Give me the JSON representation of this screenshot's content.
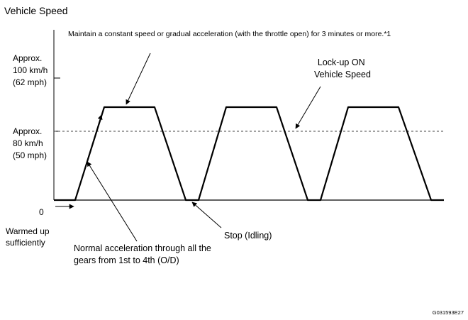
{
  "diagram": {
    "title": "Vehicle Speed",
    "instruction": "Maintain a constant speed or gradual acceleration (with the throttle open) for 3 minutes or more.*1",
    "y_labels": {
      "speed_100": [
        "Approx.",
        "100 km/h",
        "(62 mph)"
      ],
      "speed_80": [
        "Approx.",
        "80 km/h",
        "(50 mph)"
      ],
      "zero": "0"
    },
    "annotations": {
      "lockup": [
        "Lock-up ON",
        "Vehicle Speed"
      ],
      "warmed": [
        "Warmed up",
        "sufficiently"
      ],
      "stop": "Stop (Idling)",
      "accel": [
        "Normal acceleration through all the",
        "gears from 1st to 4th (O/D)"
      ]
    },
    "figure_code": "G031593E27",
    "colors": {
      "line": "#000000",
      "dashed": "#444444"
    }
  }
}
